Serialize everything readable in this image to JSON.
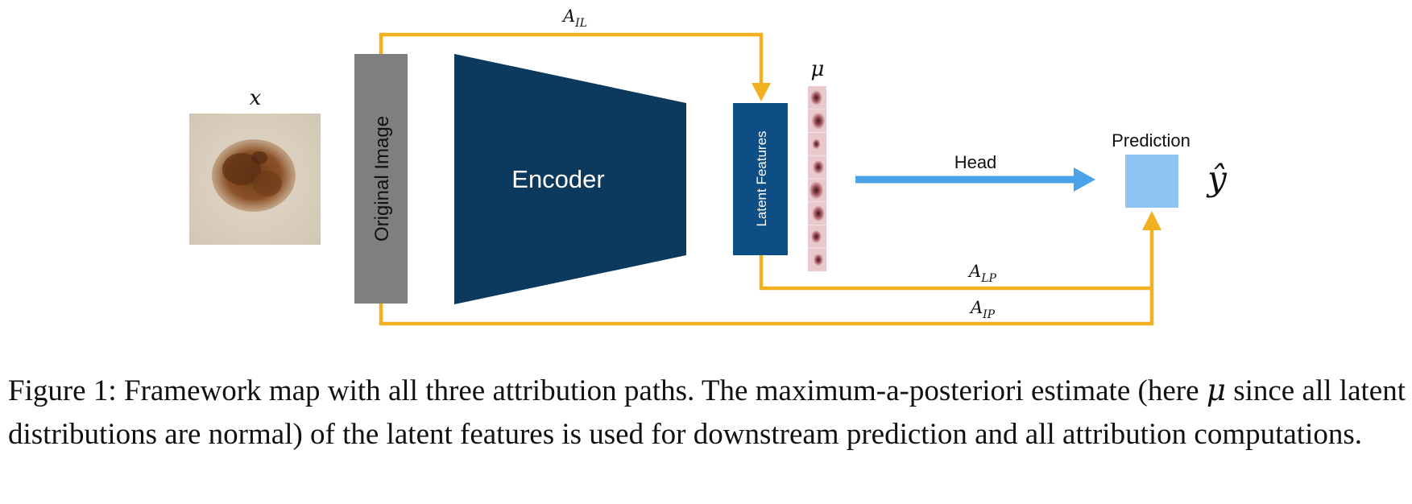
{
  "diagram": {
    "input_label": "x",
    "original_image_label": "Original Image",
    "encoder_label": "Encoder",
    "latent_features_label": "Latent Features",
    "mu_label": "μ",
    "head_label": "Head",
    "prediction_label": "Prediction",
    "output_label": "ŷ",
    "path_il": {
      "base": "A",
      "sub": "IL"
    },
    "path_lp": {
      "base": "A",
      "sub": "LP"
    },
    "path_ip": {
      "base": "A",
      "sub": "IP"
    }
  },
  "caption": {
    "prefix": "Figure 1:  Framework map with all three attribution paths.  The maximum-a-posteriori estimate (here ",
    "mu": "μ",
    "suffix": " since all latent distributions are normal) of the latent features is used for downstream prediction and all attribution computations."
  },
  "colors": {
    "path_color": "#f0b020",
    "head_color": "#4aa3e8",
    "encoder_color": "#0b3a5e",
    "latent_color": "#0d4f85",
    "original_image_color": "#7f7f7f",
    "prediction_color": "#8ec4f2"
  }
}
